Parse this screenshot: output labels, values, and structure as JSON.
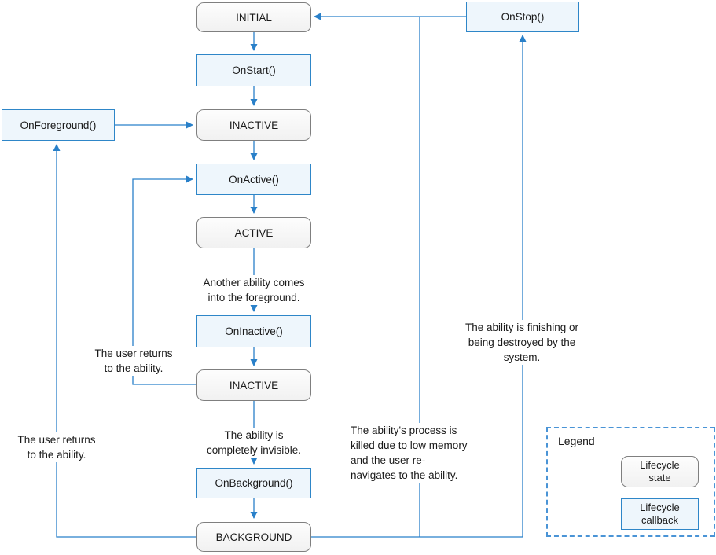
{
  "diagram": {
    "type": "state-lifecycle-flowchart",
    "nodes": {
      "initial": {
        "label": "INITIAL",
        "kind": "state"
      },
      "on_start": {
        "label": "OnStart()",
        "kind": "callback"
      },
      "inactive_top": {
        "label": "INACTIVE",
        "kind": "state"
      },
      "on_active": {
        "label": "OnActive()",
        "kind": "callback"
      },
      "active": {
        "label": "ACTIVE",
        "kind": "state"
      },
      "on_inactive": {
        "label": "OnInactive()",
        "kind": "callback"
      },
      "inactive_bottom": {
        "label": "INACTIVE",
        "kind": "state"
      },
      "on_background": {
        "label": "OnBackground()",
        "kind": "callback"
      },
      "background": {
        "label": "BACKGROUND",
        "kind": "state"
      },
      "on_foreground": {
        "label": "OnForeground()",
        "kind": "callback"
      },
      "on_stop": {
        "label": "OnStop()",
        "kind": "callback"
      }
    },
    "edge_labels": {
      "another_ability": "Another ability comes\ninto the foreground.",
      "user_returns_inner": "The user returns\nto the ability.",
      "ability_invisible": "The ability is\ncompletely invisible.",
      "user_returns_outer": "The user returns\nto the ability.",
      "ability_finishing": "The ability is finishing or\nbeing destroyed by the\nsystem.",
      "process_killed": "The ability's process is\nkilled due to low memory\nand the user re-\nnavigates to the ability."
    },
    "legend": {
      "title": "Legend",
      "state_label": "Lifecycle\nstate",
      "callback_label": "Lifecycle\ncallback"
    },
    "colors": {
      "connector_blue": "#2980c9",
      "callback_border": "#2e86c8",
      "callback_fill": "#eef6fc",
      "state_border": "#7f7f7f",
      "state_fill": "#f5f5f5",
      "legend_border": "#4a94d6",
      "text": "#1a1a1a"
    }
  }
}
